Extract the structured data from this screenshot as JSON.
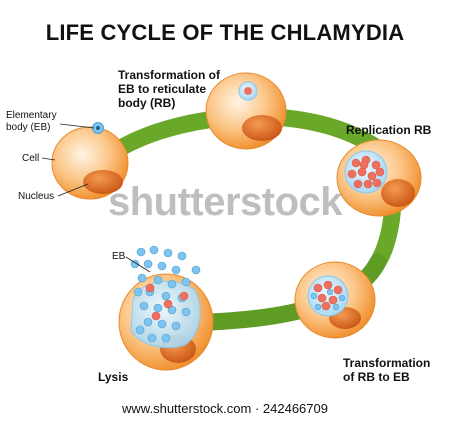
{
  "title": "LIFE CYCLE OF THE CHLAMYDIA",
  "labels": {
    "transformation_eb_rb": [
      "Transformation of",
      "EB to reticulate",
      "body (RB)"
    ],
    "replication_rb": "Replication RB",
    "transformation_rb_eb": [
      "Transformation",
      "of RB to EB"
    ],
    "lysis": "Lysis",
    "elementary_body": [
      "Elementary",
      "body (EB)"
    ],
    "cell": "Cell",
    "nucleus": "Nucleus",
    "eb": "EB"
  },
  "footer": "www.shutterstock.com · 242466709",
  "watermark": "shutterstock",
  "colors": {
    "cycle_band": "#6aa82a",
    "cell": "#f7a24b",
    "nucleus": "#d8631c",
    "eb_blue": "#7ec4ee",
    "rb_red": "#f07060"
  }
}
